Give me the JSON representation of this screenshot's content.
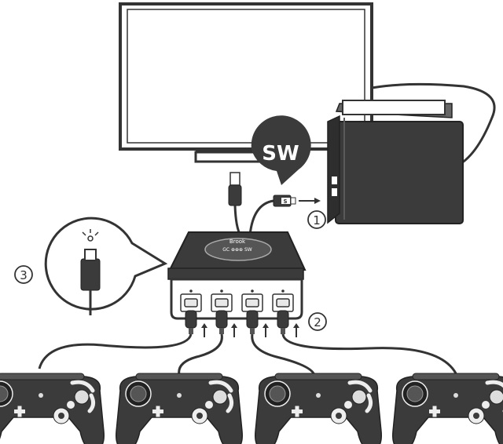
{
  "badge": {
    "text": "SW"
  },
  "adapter": {
    "brand": "Brook",
    "model": "GC ⊕⊕⊕ SW"
  },
  "steps": [
    {
      "number": "1"
    },
    {
      "number": "2"
    },
    {
      "number": "3"
    }
  ],
  "colors": {
    "ink": "#333333",
    "fill_dark": "#3b3b3b",
    "fill_mid": "#555555",
    "paper": "#ffffff"
  },
  "icons": [
    "usb-plug-icon",
    "arrow-right-icon",
    "arrow-up-icon",
    "led-indicator-icon"
  ]
}
